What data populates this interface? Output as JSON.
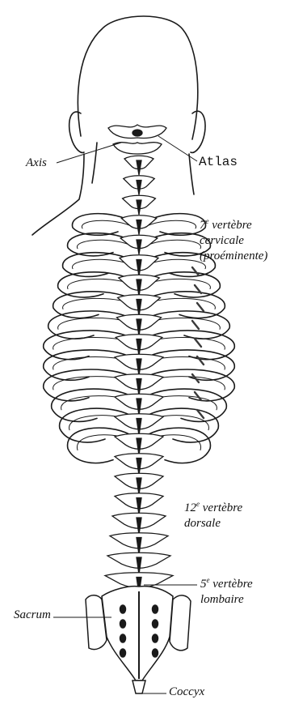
{
  "figure": {
    "subject": "posterior view of the human spine",
    "colors": {
      "ink": "#1a1a1a",
      "paper": "#ffffff",
      "shadow": "#3a3a3a"
    }
  },
  "labels": {
    "axis": "Axis",
    "atlas": "Atlas",
    "c7": {
      "number": "7",
      "superscript": "e",
      "text": " vertèbre",
      "line2": "cervicale",
      "line3": "(proéminente)"
    },
    "t12": {
      "number": "12",
      "superscript": "e",
      "text": " vertèbre",
      "line2": "dorsale"
    },
    "l5": {
      "number": "5",
      "superscript": "e",
      "text": " vertèbre",
      "line2": "lombaire"
    },
    "sacrum": "Sacrum",
    "coccyx": "Coccyx"
  }
}
